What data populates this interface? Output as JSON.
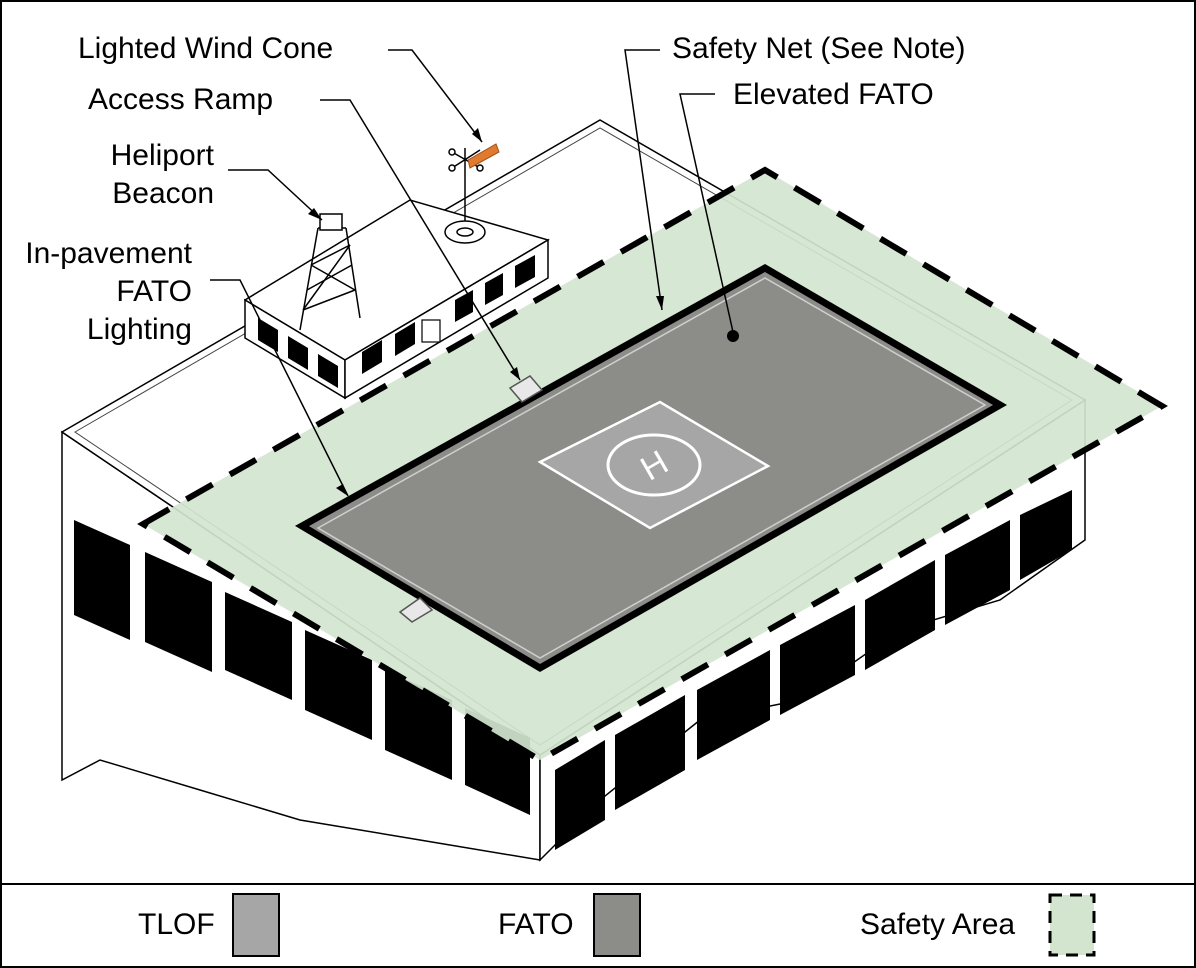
{
  "labels": {
    "wind_cone": "Lighted Wind Cone",
    "access_ramp": "Access Ramp",
    "beacon_line1": "Heliport",
    "beacon_line2": "Beacon",
    "lighting_line1": "In-pavement",
    "lighting_line2": "FATO",
    "lighting_line3": "Lighting",
    "safety_net": "Safety Net (See Note)",
    "elevated_fato": "Elevated FATO",
    "helipad_marking": "H"
  },
  "legend": {
    "tlof": "TLOF",
    "fato": "FATO",
    "safety_area": "Safety Area"
  },
  "colors": {
    "tlof": "#a6a6a6",
    "fato": "#8c8c88",
    "safety_area": "#d3e5cf",
    "wind_cone": "#e07a2e",
    "outline": "#000000"
  }
}
